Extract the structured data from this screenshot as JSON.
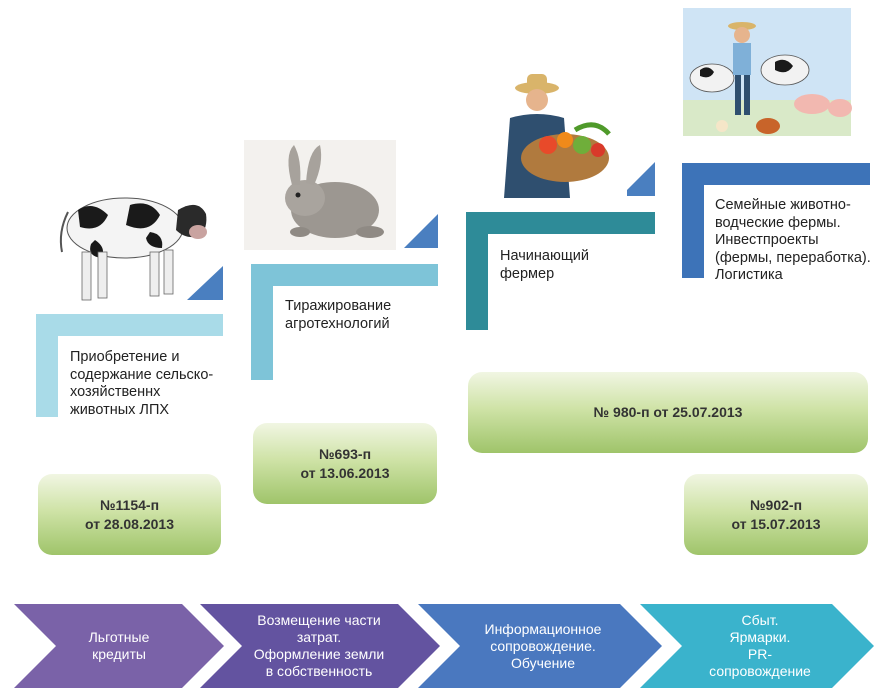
{
  "steps": [
    {
      "text": [
        "Приобретение и",
        "содержание сельско-",
        "хозяйственнх",
        "животных ЛПХ"
      ],
      "color": "#a9dbe8",
      "image": "cow"
    },
    {
      "text": [
        "Тиражирование",
        "агротехнологий"
      ],
      "color": "#7ec4d8",
      "image": "rabbit"
    },
    {
      "text": [
        "Начинающий",
        "фермер"
      ],
      "color": "#2e8b98",
      "image": "farmer"
    },
    {
      "text": [
        "Семейные животно-",
        "водческие фермы.",
        "Инвестпроекты",
        "(фермы, переработка).",
        "Логистика"
      ],
      "color": "#3d73b8",
      "image": "farm"
    }
  ],
  "arrow_color": "#4a7fc0",
  "badges": [
    {
      "line1": "№1154-п",
      "line2": "от 28.08.2013"
    },
    {
      "line1": "№693-п",
      "line2": "от 13.06.2013"
    },
    {
      "line1": "№ 980-п от 25.07.2013",
      "line2": ""
    },
    {
      "line1": "№902-п",
      "line2": "от 15.07.2013"
    }
  ],
  "chevrons": [
    {
      "lines": [
        "Льготные",
        "кредиты"
      ],
      "color": "#7a62a8"
    },
    {
      "lines": [
        "Возмещение части",
        "затрат.",
        "Оформление земли",
        "в собственность"
      ],
      "color": "#6353a0"
    },
    {
      "lines": [
        "Информационное",
        "сопровождение.",
        "Обучение"
      ],
      "color": "#4a78bf"
    },
    {
      "lines": [
        "Сбыт.",
        "Ярмарки.",
        "PR-",
        "сопровождение"
      ],
      "color": "#3ab3cc"
    }
  ]
}
